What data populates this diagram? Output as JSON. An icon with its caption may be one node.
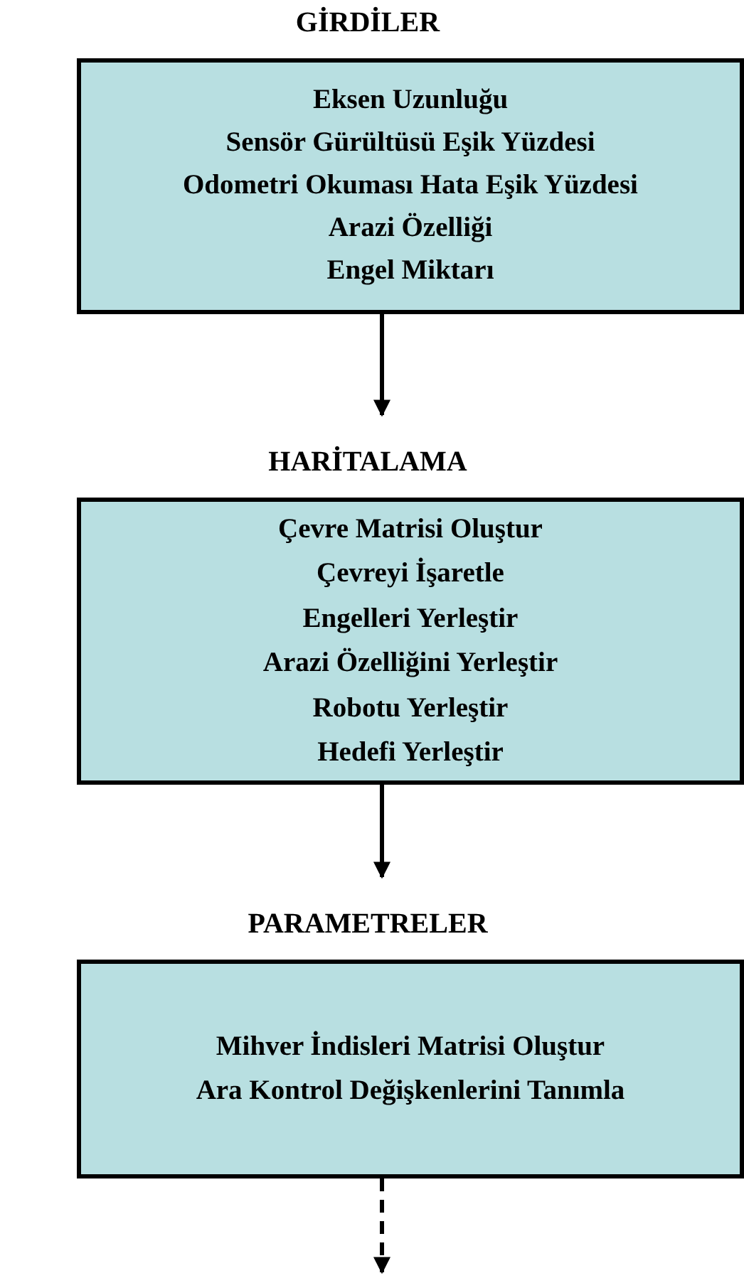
{
  "diagram": {
    "nodes": [
      {
        "text": [
          "GİRDİLER",
          "Eksen Uzunluğu",
          "Sensör Gürültüsü Eşik Yüzdesi",
          "Odometri Okuması Hata Eşik Yüzdesi",
          "Arazi Özelliği",
          "Engel Miktarı"
        ]
      },
      {
        "text": [
          "HARİTALAMA",
          "Çevre Matrisi Oluştur",
          "Çevreyi İşaretle",
          "Engelleri Yerleştir",
          "Arazi Özelliğini Yerleştir",
          "Robotu Yerleştir",
          "Hedefi Yerleştir"
        ]
      },
      {
        "text": [
          "PARAMETRELER",
          "Mihver İndisleri Matrisi Oluştur",
          "Ara Kontrol Değişkenlerini Tanımla"
        ]
      }
    ],
    "edges": [
      {
        "from": 0,
        "to": 1,
        "arrow": "to"
      },
      {
        "from": 1,
        "to": 2,
        "arrow": "to"
      },
      {
        "from": 2,
        "to": null,
        "arrow": "to",
        "style": "dashed"
      }
    ]
  }
}
